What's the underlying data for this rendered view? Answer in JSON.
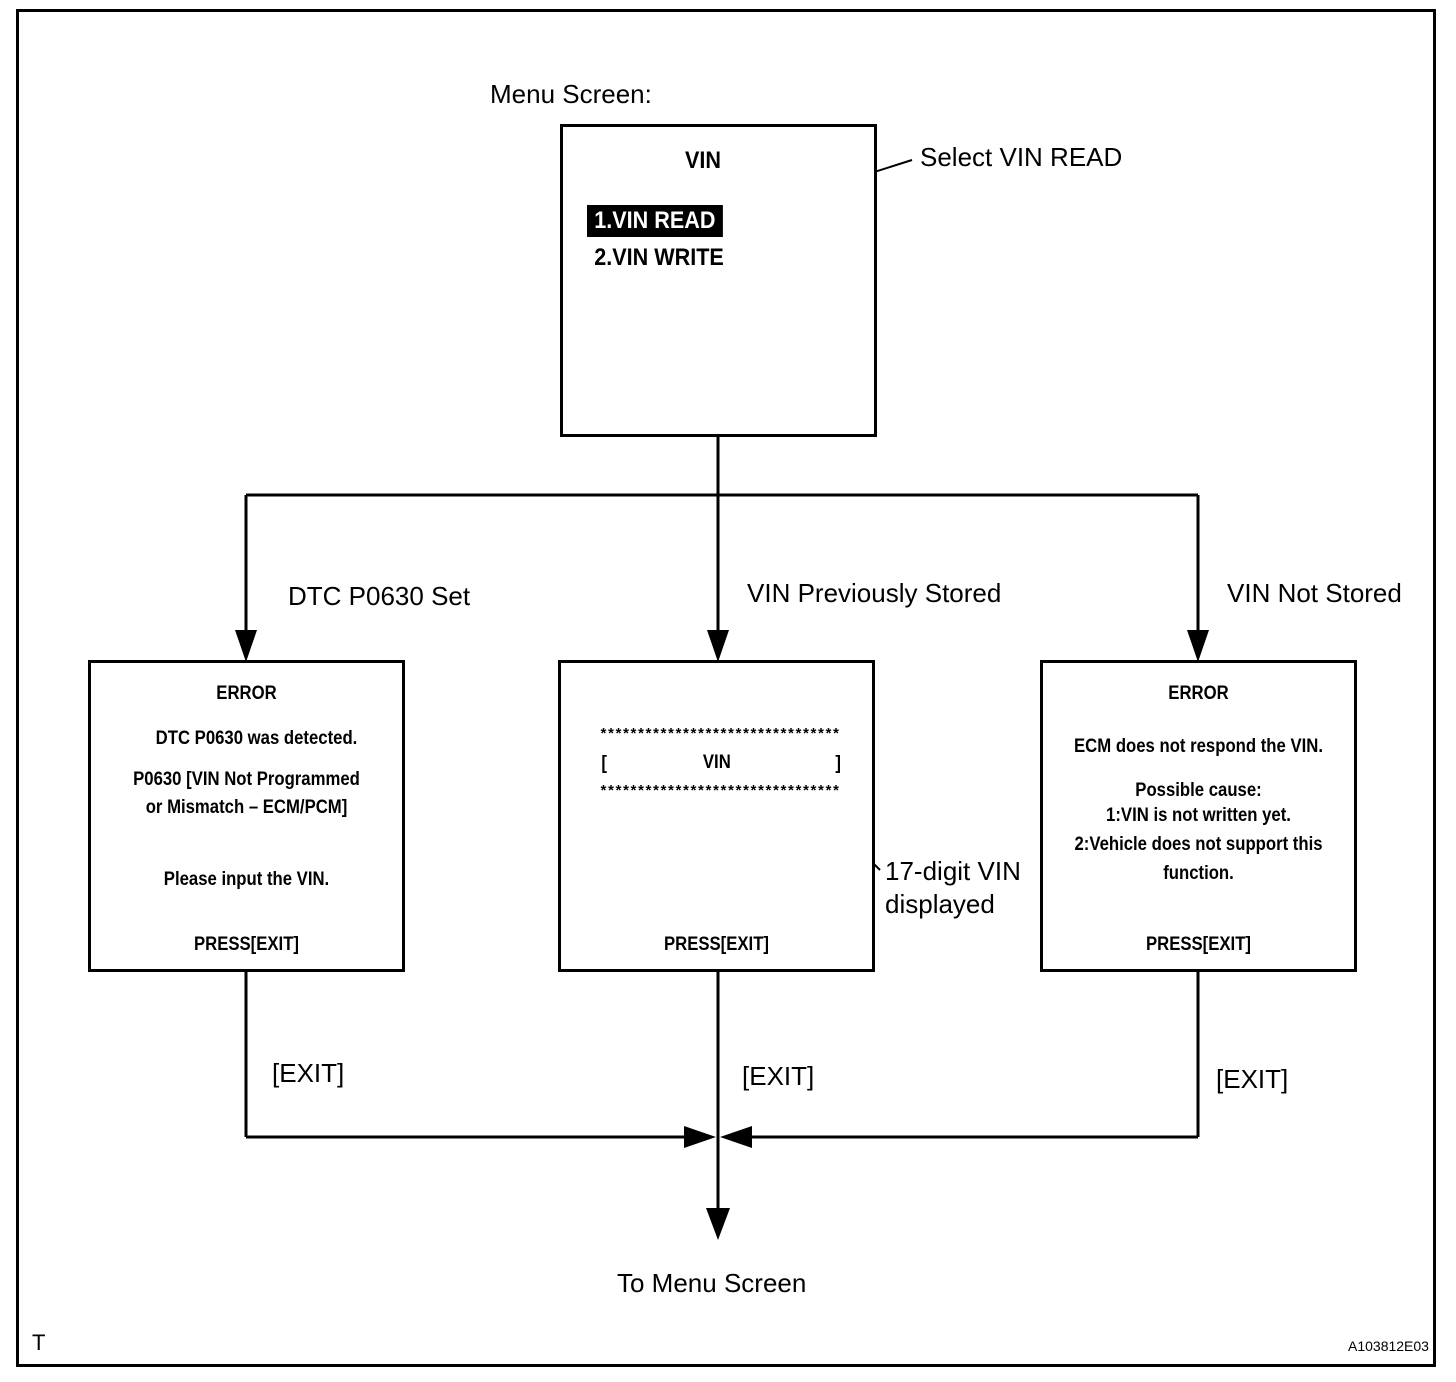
{
  "menu_screen_label": "Menu Screen:",
  "menu": {
    "title": "VIN",
    "items": [
      "1.VIN READ",
      "2.VIN WRITE"
    ],
    "selected_index": 0
  },
  "callout_select": "Select VIN READ",
  "branches": {
    "left_label": "DTC P0630 Set",
    "center_label": "VIN Previously Stored",
    "right_label": "VIN Not Stored"
  },
  "left_box": {
    "title": "ERROR",
    "line1": "DTC P0630 was detected.",
    "line2": "P0630  [VIN Not Programmed",
    "line3": "or Mismatch – ECM/PCM]",
    "line4": "Please input the VIN.",
    "footer": "PRESS[EXIT]"
  },
  "center_box": {
    "stars": "********************************",
    "bracket_open": "[",
    "vin": "VIN",
    "bracket_close": "]",
    "footer": "PRESS[EXIT]"
  },
  "callout_vin_line1": "17-digit VIN",
  "callout_vin_line2": "displayed",
  "right_box": {
    "title": "ERROR",
    "line1": "ECM does not respond the VIN.",
    "line2": "Possible cause:",
    "line3": "1:VIN is not written yet.",
    "line4": "2:Vehicle does not support this",
    "line5": "function.",
    "footer": "PRESS[EXIT]"
  },
  "exit_labels": [
    "[EXIT]",
    "[EXIT]",
    "[EXIT]"
  ],
  "return_label": "To Menu Screen",
  "corner_mark": "T",
  "figure_id": "A103812E03"
}
